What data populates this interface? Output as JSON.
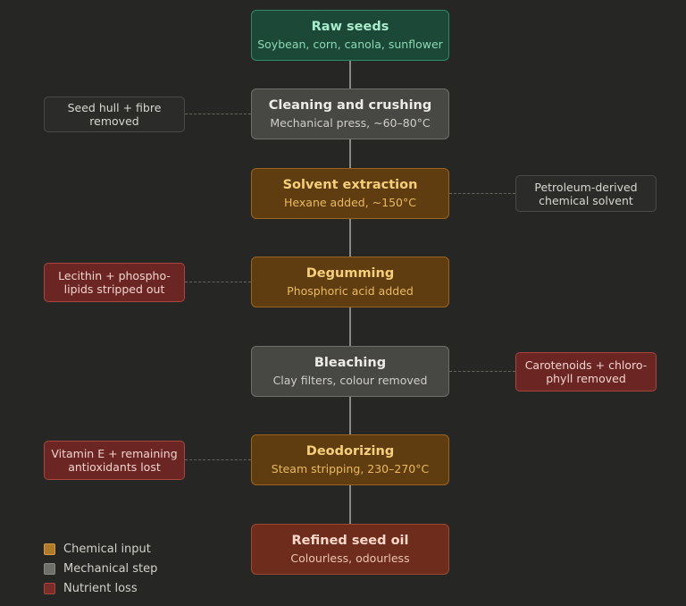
{
  "steps": [
    {
      "title": "Raw seeds",
      "subtitle": "Soybean, corn, canola, sunflower",
      "kind": "input"
    },
    {
      "title": "Cleaning and crushing",
      "subtitle": "Mechanical press, ~60–80°C",
      "kind": "mechanical"
    },
    {
      "title": "Solvent extraction",
      "subtitle": "Hexane added, ~150°C",
      "kind": "chemical"
    },
    {
      "title": "Degumming",
      "subtitle": "Phosphoric acid added",
      "kind": "chemical"
    },
    {
      "title": "Bleaching",
      "subtitle": "Clay filters, colour removed",
      "kind": "mechanical"
    },
    {
      "title": "Deodorizing",
      "subtitle": "Steam stripping, 230–270°C",
      "kind": "chemical"
    },
    {
      "title": "Refined seed oil",
      "subtitle": "Colourless, odourless",
      "kind": "output"
    }
  ],
  "notes": {
    "cleaning": {
      "line1": "Seed hull + fibre",
      "line2": "removed",
      "kind": "neutral"
    },
    "solvent": {
      "line1": "Petroleum-derived",
      "line2": "chemical solvent",
      "kind": "neutral"
    },
    "degumming": {
      "line1": "Lecithin + phospho-",
      "line2": "lipids stripped out",
      "kind": "loss"
    },
    "bleaching": {
      "line1": "Carotenoids + chloro-",
      "line2": "phyll removed",
      "kind": "loss"
    },
    "deodorizing": {
      "line1": "Vitamin E + remaining",
      "line2": "antioxidants lost",
      "kind": "loss"
    }
  },
  "legend": [
    {
      "label": "Chemical input",
      "color": "#b07a2a"
    },
    {
      "label": "Mechanical step",
      "color": "#6f6f6a"
    },
    {
      "label": "Nutrient loss",
      "color": "#7a2c28"
    }
  ],
  "colors": {
    "background": "#262624",
    "input_green": "#1c4838",
    "mechanical_gray": "#474744",
    "chemical_amber": "#5f3d10",
    "output_rust": "#6e2d1c",
    "loss_red": "#6b2623"
  }
}
